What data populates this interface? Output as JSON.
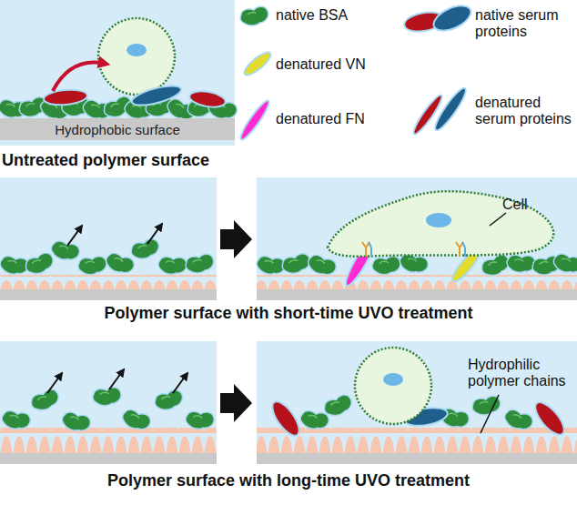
{
  "diagram": {
    "nodes": [
      {
        "text": [
          "Hydrophobic surface"
        ]
      }
    ],
    "labels": [
      "Untreated polymer surface",
      "Cell",
      "Polymer surface with short-time UVO treatment",
      "Hydrophilic polymer chains",
      "Polymer surface with long-time UVO treatment"
    ],
    "legend": [
      {
        "text": "native BSA"
      },
      {
        "text": "denatured VN"
      },
      {
        "text": "denatured FN"
      },
      {
        "text": "native serum proteins"
      },
      {
        "text": "denatured serum proteins"
      }
    ]
  }
}
